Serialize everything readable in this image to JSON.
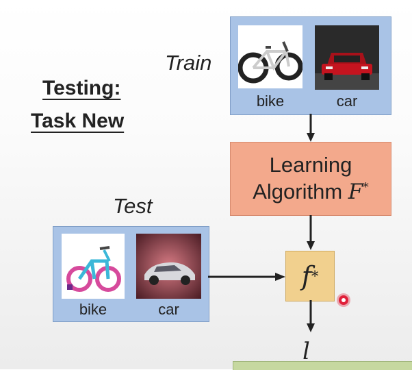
{
  "heading": {
    "line1": "Testing:",
    "line2": "Task New"
  },
  "train": {
    "label": "Train",
    "items": [
      {
        "caption": "bike",
        "icon": "bike-photo"
      },
      {
        "caption": "car",
        "icon": "car-photo"
      }
    ]
  },
  "learning_box": {
    "line1": "Learning",
    "line2_text": "Algorithm ",
    "line2_math": "F",
    "line2_sup": "*"
  },
  "test": {
    "label": "Test",
    "items": [
      {
        "caption": "bike",
        "icon": "bike-photo"
      },
      {
        "caption": "car",
        "icon": "car-photo"
      }
    ]
  },
  "f_box": {
    "symbol": "f",
    "sup": "*"
  },
  "output_symbol": "l",
  "colors": {
    "image_panel": "#a9c3e6",
    "learning_box": "#f3a98c",
    "f_box": "#f1d08e",
    "bottom_box": "#c6d8a0",
    "cursor": "#e0203a"
  }
}
